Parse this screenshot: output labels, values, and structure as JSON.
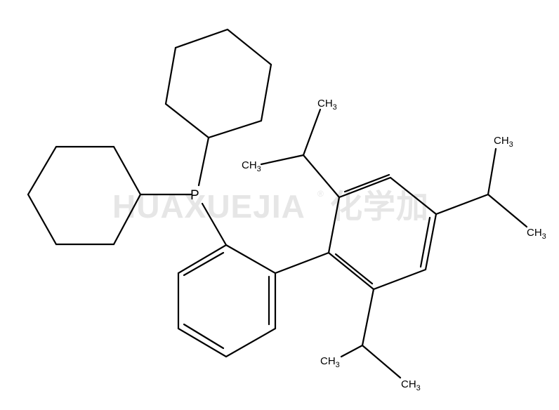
{
  "watermark": {
    "text": "HUAXUEJIA",
    "registered": "®",
    "cn": "化学加"
  },
  "atoms": {
    "phosphorus": "P",
    "methyl_c": "CH",
    "methyl_sub": "3"
  },
  "colors": {
    "bond": "#000000",
    "watermark": "#e6e6e6"
  }
}
